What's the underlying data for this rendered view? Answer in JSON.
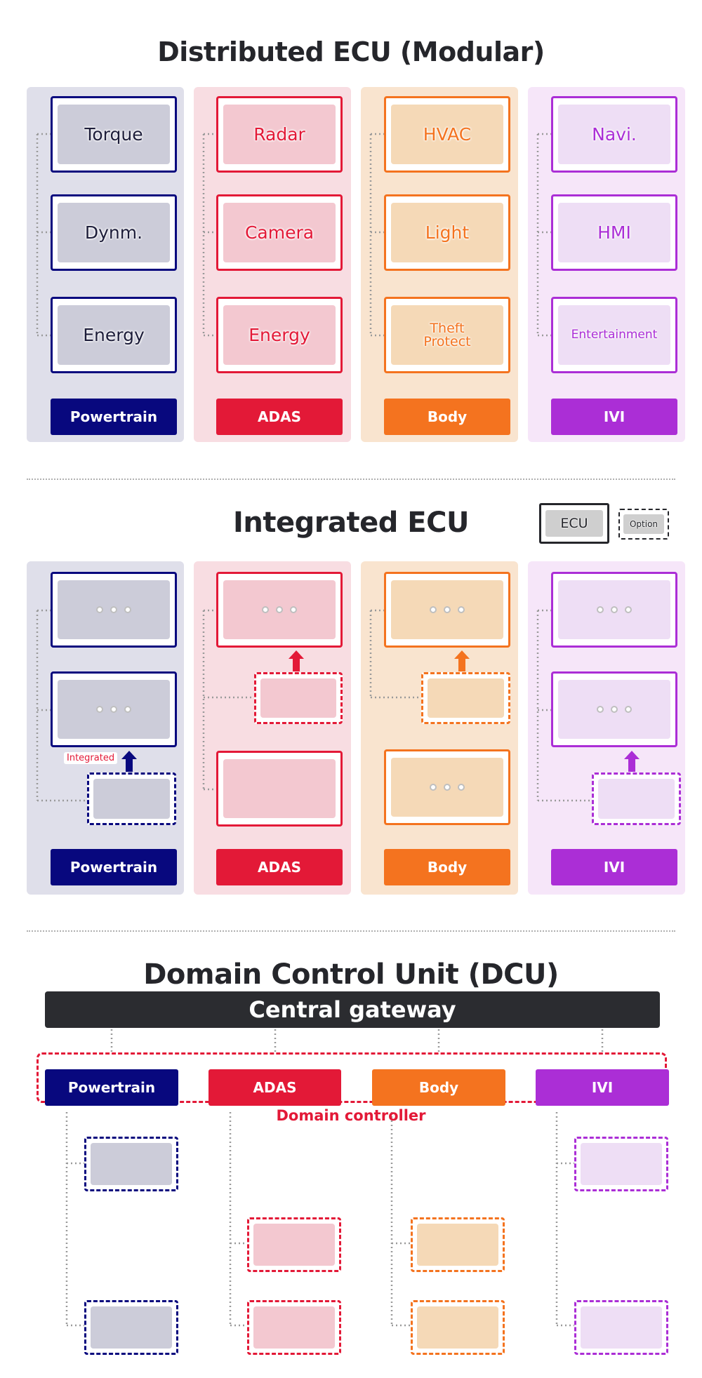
{
  "titles": {
    "distributed": "Distributed ECU (Modular)",
    "integrated": "Integrated ECU",
    "dcu": "Domain Control Unit (DCU)"
  },
  "colors": {
    "powertrain": {
      "main": "#08087e",
      "bg": "#dfdfea",
      "fill": "#ccccd9"
    },
    "adas": {
      "main": "#e31937",
      "bg": "#f8dde2",
      "fill": "#f3c8d0"
    },
    "body": {
      "main": "#f4731f",
      "bg": "#f9e4cf",
      "fill": "#f5d9b7"
    },
    "ivi": {
      "main": "#ab2ed6",
      "bg": "#f6e6f9",
      "fill": "#eedef5"
    }
  },
  "domains": [
    "Powertrain",
    "ADAS",
    "Body",
    "IVI"
  ],
  "distributed": {
    "powertrain": [
      "Torque",
      "Dynm.",
      "Energy"
    ],
    "adas": [
      "Radar",
      "Camera",
      "Energy"
    ],
    "body": [
      "HVAC",
      "Light",
      "Theft\nProtect"
    ],
    "ivi": [
      "Navi.",
      "HMI",
      "Entertainment"
    ]
  },
  "legend": {
    "ecu": "ECU",
    "option": "Option"
  },
  "integrated_tag": "Integrated",
  "gateway": "Central gateway",
  "domain_controller": "Domain controller"
}
